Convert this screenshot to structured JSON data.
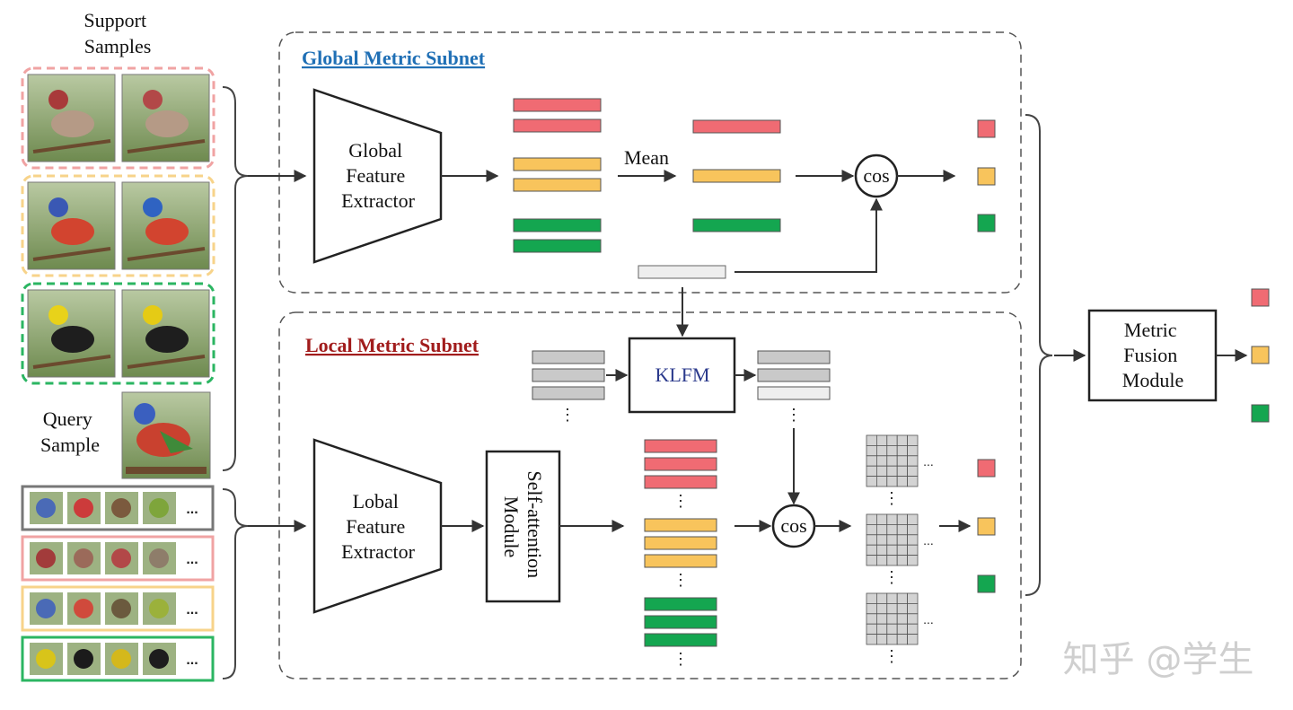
{
  "labels": {
    "support_samples": [
      "Support",
      "Samples"
    ],
    "query_sample": [
      "Query",
      "Sample"
    ],
    "global_title": "Global Metric Subnet",
    "local_title": "Local Metric Subnet",
    "global_extractor": [
      "Global",
      "Feature",
      "Extractor"
    ],
    "local_extractor": [
      "Lobal",
      "Feature",
      "Extractor"
    ],
    "self_attention": [
      "Self-attention",
      "Module"
    ],
    "mean": "Mean",
    "cos": "cos",
    "klfm": "KLFM",
    "metric_fusion": [
      "Metric",
      "Fusion",
      "Module"
    ],
    "ellipsis": "⋮",
    "hdots": "...",
    "watermark": "知乎 @学生"
  },
  "colors": {
    "red": "#f06b73",
    "yellow": "#f8c45c",
    "green": "#14a650",
    "gray": "#c9c9c9",
    "light_gray": "#eeeeee",
    "global_title": "#1f6fb5",
    "local_title": "#a11c1c",
    "klfm_text": "#2b3a8c",
    "dash_red": "#f0a3a3",
    "dash_yellow": "#f7d38a",
    "dash_green": "#2bb562",
    "dash_gray": "#555555"
  },
  "classes": [
    "red",
    "yellow",
    "green"
  ],
  "support_groups": [
    {
      "class": "red",
      "birds": [
        "#a83a3a",
        "#b24848"
      ]
    },
    {
      "class": "yellow",
      "birds": [
        "#3a58b4",
        "#2f63c2"
      ]
    },
    {
      "class": "green",
      "birds": [
        "#e8d21a",
        "#e5cb15"
      ]
    }
  ],
  "query_bird": "#3a5fbf",
  "patch_rows": [
    {
      "border": "gray",
      "patches": [
        "#4a6ab6",
        "#cc3b3b",
        "#7b5a3e",
        "#7ea53b"
      ]
    },
    {
      "border": "red",
      "patches": [
        "#a23b3b",
        "#9b6a5a",
        "#b24848",
        "#8e7d6a"
      ]
    },
    {
      "border": "yellow",
      "patches": [
        "#4a6ab6",
        "#d04a3c",
        "#6b5a3e",
        "#9bb13b"
      ]
    },
    {
      "border": "green",
      "patches": [
        "#d8c41a",
        "#1b1b1b",
        "#d4b81c",
        "#1d1d1d"
      ]
    }
  ],
  "grid_shape": {
    "rows": 5,
    "cols": 5
  }
}
